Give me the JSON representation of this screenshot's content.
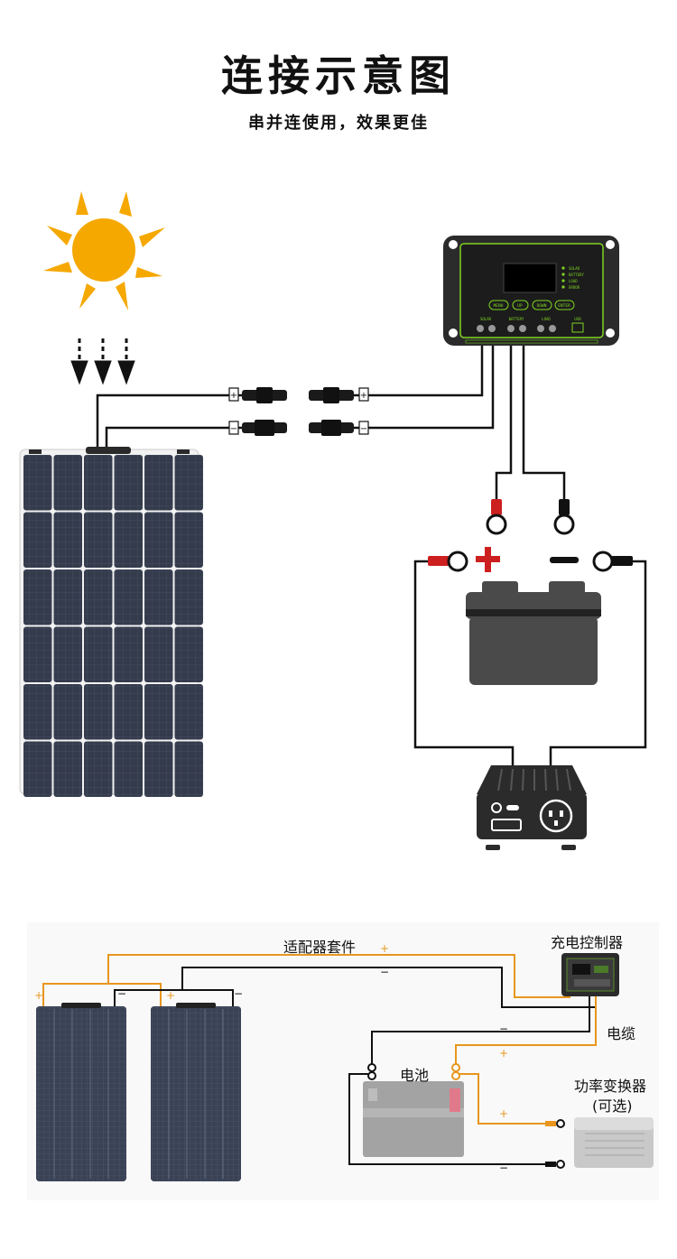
{
  "header": {
    "title": "连接示意图",
    "subtitle": "串并连使用，效果更佳"
  },
  "controller": {
    "indicators": [
      "SOLAR",
      "BATTERY",
      "LOAD",
      "ERROR"
    ],
    "buttons": [
      "MENU",
      "UP",
      "DOWN",
      "ENTER"
    ],
    "port_labels": [
      "SOLAR",
      "BATTERY",
      "LOAD",
      "USB"
    ]
  },
  "connectors": {
    "positive": "+",
    "negative": "−"
  },
  "bottom": {
    "adapter_kit": "适配器套件",
    "charge_controller": "充电控制器",
    "cable": "电缆",
    "battery": "电池",
    "inverter_line1": "功率变换器",
    "inverter_line2": "(可选)",
    "plus": "+",
    "minus": "−"
  },
  "colors": {
    "panel": "#3a4152",
    "panel_cell": "#2e3444",
    "controller_body": "#2b2b2b",
    "controller_accent": "#7ed321",
    "sun": "#f5a800",
    "wire_positive_bottom": "#e8961e",
    "battery_body": "#4a4a4a",
    "battery_positive": "#cc1f1f"
  }
}
